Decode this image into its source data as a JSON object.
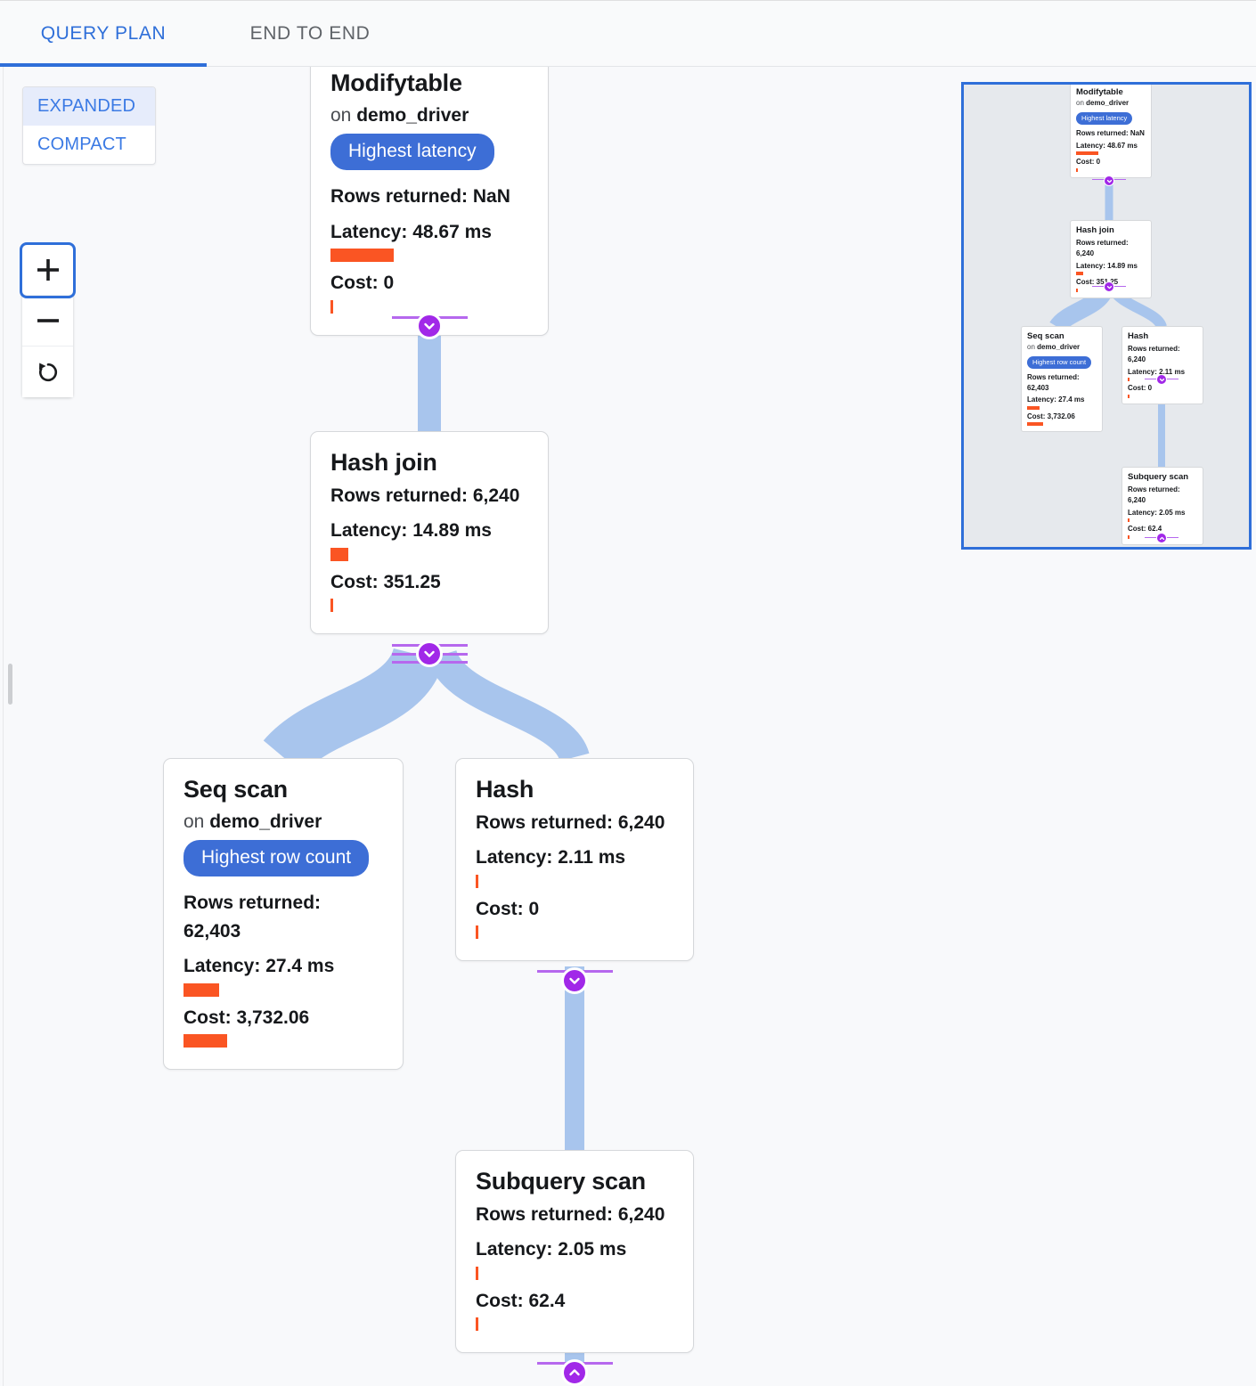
{
  "tabs": [
    {
      "label": "QUERY PLAN",
      "active": true
    },
    {
      "label": "END TO END",
      "active": false
    }
  ],
  "controls": {
    "view_modes": [
      {
        "label": "EXPANDED",
        "selected": true
      },
      {
        "label": "COMPACT",
        "selected": false
      }
    ],
    "zoom_in_icon": "plus-icon",
    "zoom_out_icon": "minus-icon",
    "reset_icon": "reset-rotate-icon"
  },
  "colors": {
    "accent_blue": "#2f6fd9",
    "badge_blue": "#3d6ed6",
    "bar_orange": "#fa5523",
    "edge_blue": "#a8c5ed",
    "toggle_purple": "#a128e8",
    "minimap_bg": "#e6e9ed",
    "canvas_bg": "#f8f9fb"
  },
  "labels": {
    "on_prefix": "on",
    "rows_prefix": "Rows returned:",
    "latency_prefix": "Latency:",
    "cost_prefix": "Cost:"
  },
  "plan": {
    "nodes": [
      {
        "id": "modifytable",
        "title": "Modifytable",
        "relation": "demo_driver",
        "badge": "Highest latency",
        "rows": "Rows returned: NaN",
        "latency": "Latency: 48.67 ms",
        "latency_bar_pct": 32,
        "cost": "Cost: 0",
        "cost_bar_pct": 1.5
      },
      {
        "id": "hash-join",
        "title": "Hash join",
        "relation": null,
        "badge": null,
        "rows": "Rows returned: 6,240",
        "latency": "Latency: 14.89 ms",
        "latency_bar_pct": 9,
        "cost": "Cost: 351.25",
        "cost_bar_pct": 1.5
      },
      {
        "id": "seq-scan",
        "title": "Seq scan",
        "relation": "demo_driver",
        "badge": "Highest row count",
        "rows": "Rows returned: 62,403",
        "latency": "Latency: 27.4 ms",
        "latency_bar_pct": 18,
        "cost": "Cost: 3,732.06",
        "cost_bar_pct": 22
      },
      {
        "id": "hash",
        "title": "Hash",
        "relation": null,
        "badge": null,
        "rows": "Rows returned: 6,240",
        "latency": "Latency: 2.11 ms",
        "latency_bar_pct": 1.5,
        "cost": "Cost: 0",
        "cost_bar_pct": 1.5
      },
      {
        "id": "subquery-scan",
        "title": "Subquery scan",
        "relation": null,
        "badge": null,
        "rows": "Rows returned: 6,240",
        "latency": "Latency: 2.05 ms",
        "latency_bar_pct": 1.5,
        "cost": "Cost: 62.4",
        "cost_bar_pct": 1.5
      }
    ],
    "edges": [
      {
        "from": "modifytable",
        "to": "hash-join"
      },
      {
        "from": "hash-join",
        "to": "seq-scan"
      },
      {
        "from": "hash-join",
        "to": "hash"
      },
      {
        "from": "hash",
        "to": "subquery-scan"
      }
    ],
    "toggles": [
      {
        "owner": "modifytable",
        "icon": "chevron-down-icon"
      },
      {
        "owner": "hash-join",
        "icon": "chevron-down-icon"
      },
      {
        "owner": "hash",
        "icon": "chevron-down-icon"
      },
      {
        "owner": "subquery-scan",
        "icon": "chevron-up-icon"
      }
    ]
  },
  "minimap": {
    "name": "minimap-viewport"
  }
}
